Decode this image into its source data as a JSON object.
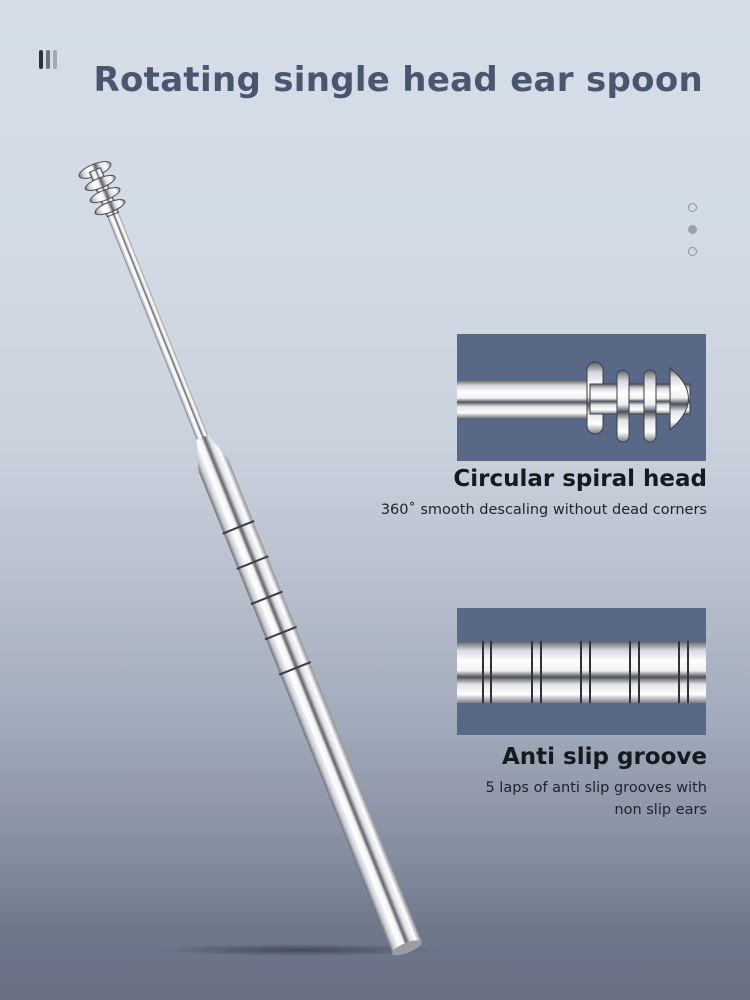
{
  "header": {
    "title": "Rotating single head ear spoon",
    "logo_icon": "three-bars-icon"
  },
  "pagination": {
    "total": 3,
    "active_index": 1
  },
  "features": [
    {
      "title": "Circular spiral head",
      "description_lines": [
        "360˚ smooth descaling without dead corners"
      ],
      "image": "spiral-head-closeup"
    },
    {
      "title": "Anti slip groove",
      "description_lines": [
        "5 laps of anti slip grooves with",
        "non slip ears"
      ],
      "image": "grooved-handle-closeup"
    }
  ],
  "colors": {
    "title_text": "#4a566f",
    "feature_box_bg": "#5a6887",
    "feature_text": "#151920",
    "bg_top": "#d5dee8",
    "bg_bottom": "#686f84"
  }
}
